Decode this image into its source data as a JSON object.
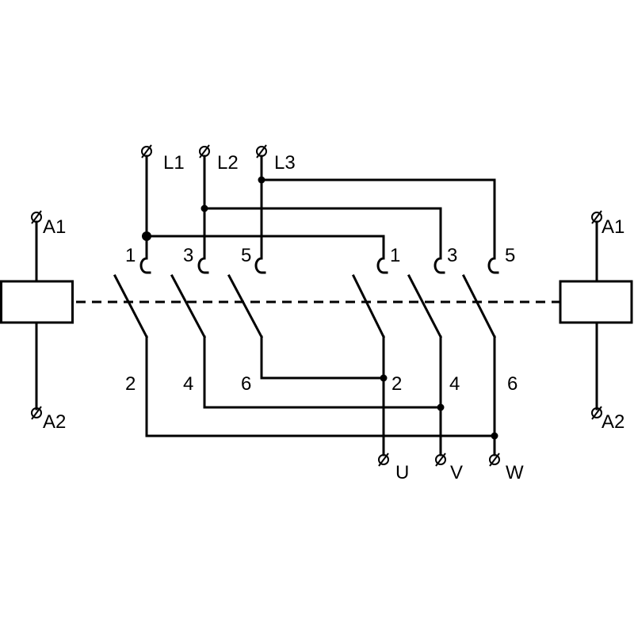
{
  "terminals": {
    "supply": [
      "L1",
      "L2",
      "L3"
    ],
    "output": [
      "U",
      "V",
      "W"
    ],
    "coil_left": [
      "A1",
      "A2"
    ],
    "coil_right": [
      "A1",
      "A2"
    ]
  },
  "contacts": {
    "left": {
      "top": [
        "1",
        "3",
        "5"
      ],
      "bottom": [
        "2",
        "4",
        "6"
      ]
    },
    "right": {
      "top": [
        "1",
        "3",
        "5"
      ],
      "bottom": [
        "2",
        "4",
        "6"
      ]
    }
  },
  "colors": {
    "stroke": "#000000",
    "background": "#ffffff"
  }
}
